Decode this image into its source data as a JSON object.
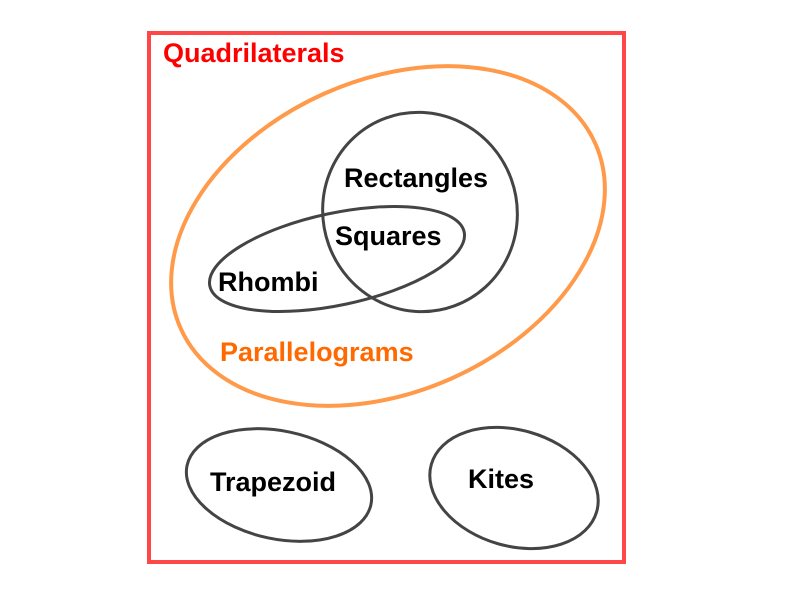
{
  "title": "Quadrilaterals",
  "sets": {
    "parallelograms": "Parallelograms",
    "rectangles": "Rectangles",
    "squares": "Squares",
    "rhombi": "Rhombi",
    "trapezoid": "Trapezoid",
    "kites": "Kites"
  },
  "colors": {
    "border": "#ff4747",
    "title": "#ff0000",
    "parallelogram_ellipse": "#ff9a4a",
    "parallelogram_text": "#ff6a00",
    "ellipse": "#444444",
    "text": "#000000"
  }
}
